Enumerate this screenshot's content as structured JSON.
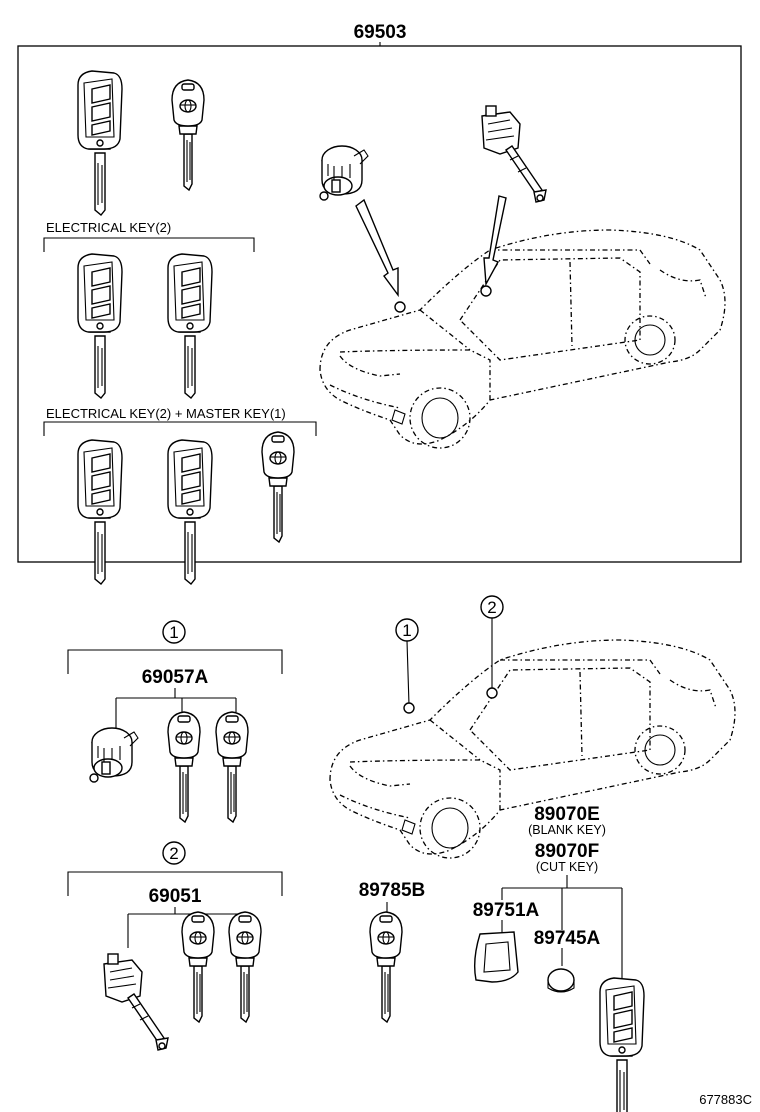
{
  "main_assembly": {
    "part_number": "69503",
    "groups": [
      {
        "caption": "ELECTRICAL KEY(2)"
      },
      {
        "caption": "ELECTRICAL KEY(2) + MASTER KEY(1)"
      }
    ]
  },
  "callouts": [
    {
      "marker": "1",
      "part_number": "69057A"
    },
    {
      "marker": "2",
      "part_number": "69051"
    }
  ],
  "parts": {
    "p89785B": "89785B",
    "p89070E": "89070E",
    "p89070E_note": "(BLANK KEY)",
    "p89070F": "89070F",
    "p89070F_note": "(CUT KEY)",
    "p89751A": "89751A",
    "p89745A": "89745A"
  },
  "illustration_id": "677883C",
  "icons": [
    "remote-key-icon",
    "master-key-icon",
    "ignition-cylinder-icon",
    "door-lock-cylinder-icon",
    "sedan-car-icon",
    "battery-icon",
    "key-cover-icon"
  ]
}
